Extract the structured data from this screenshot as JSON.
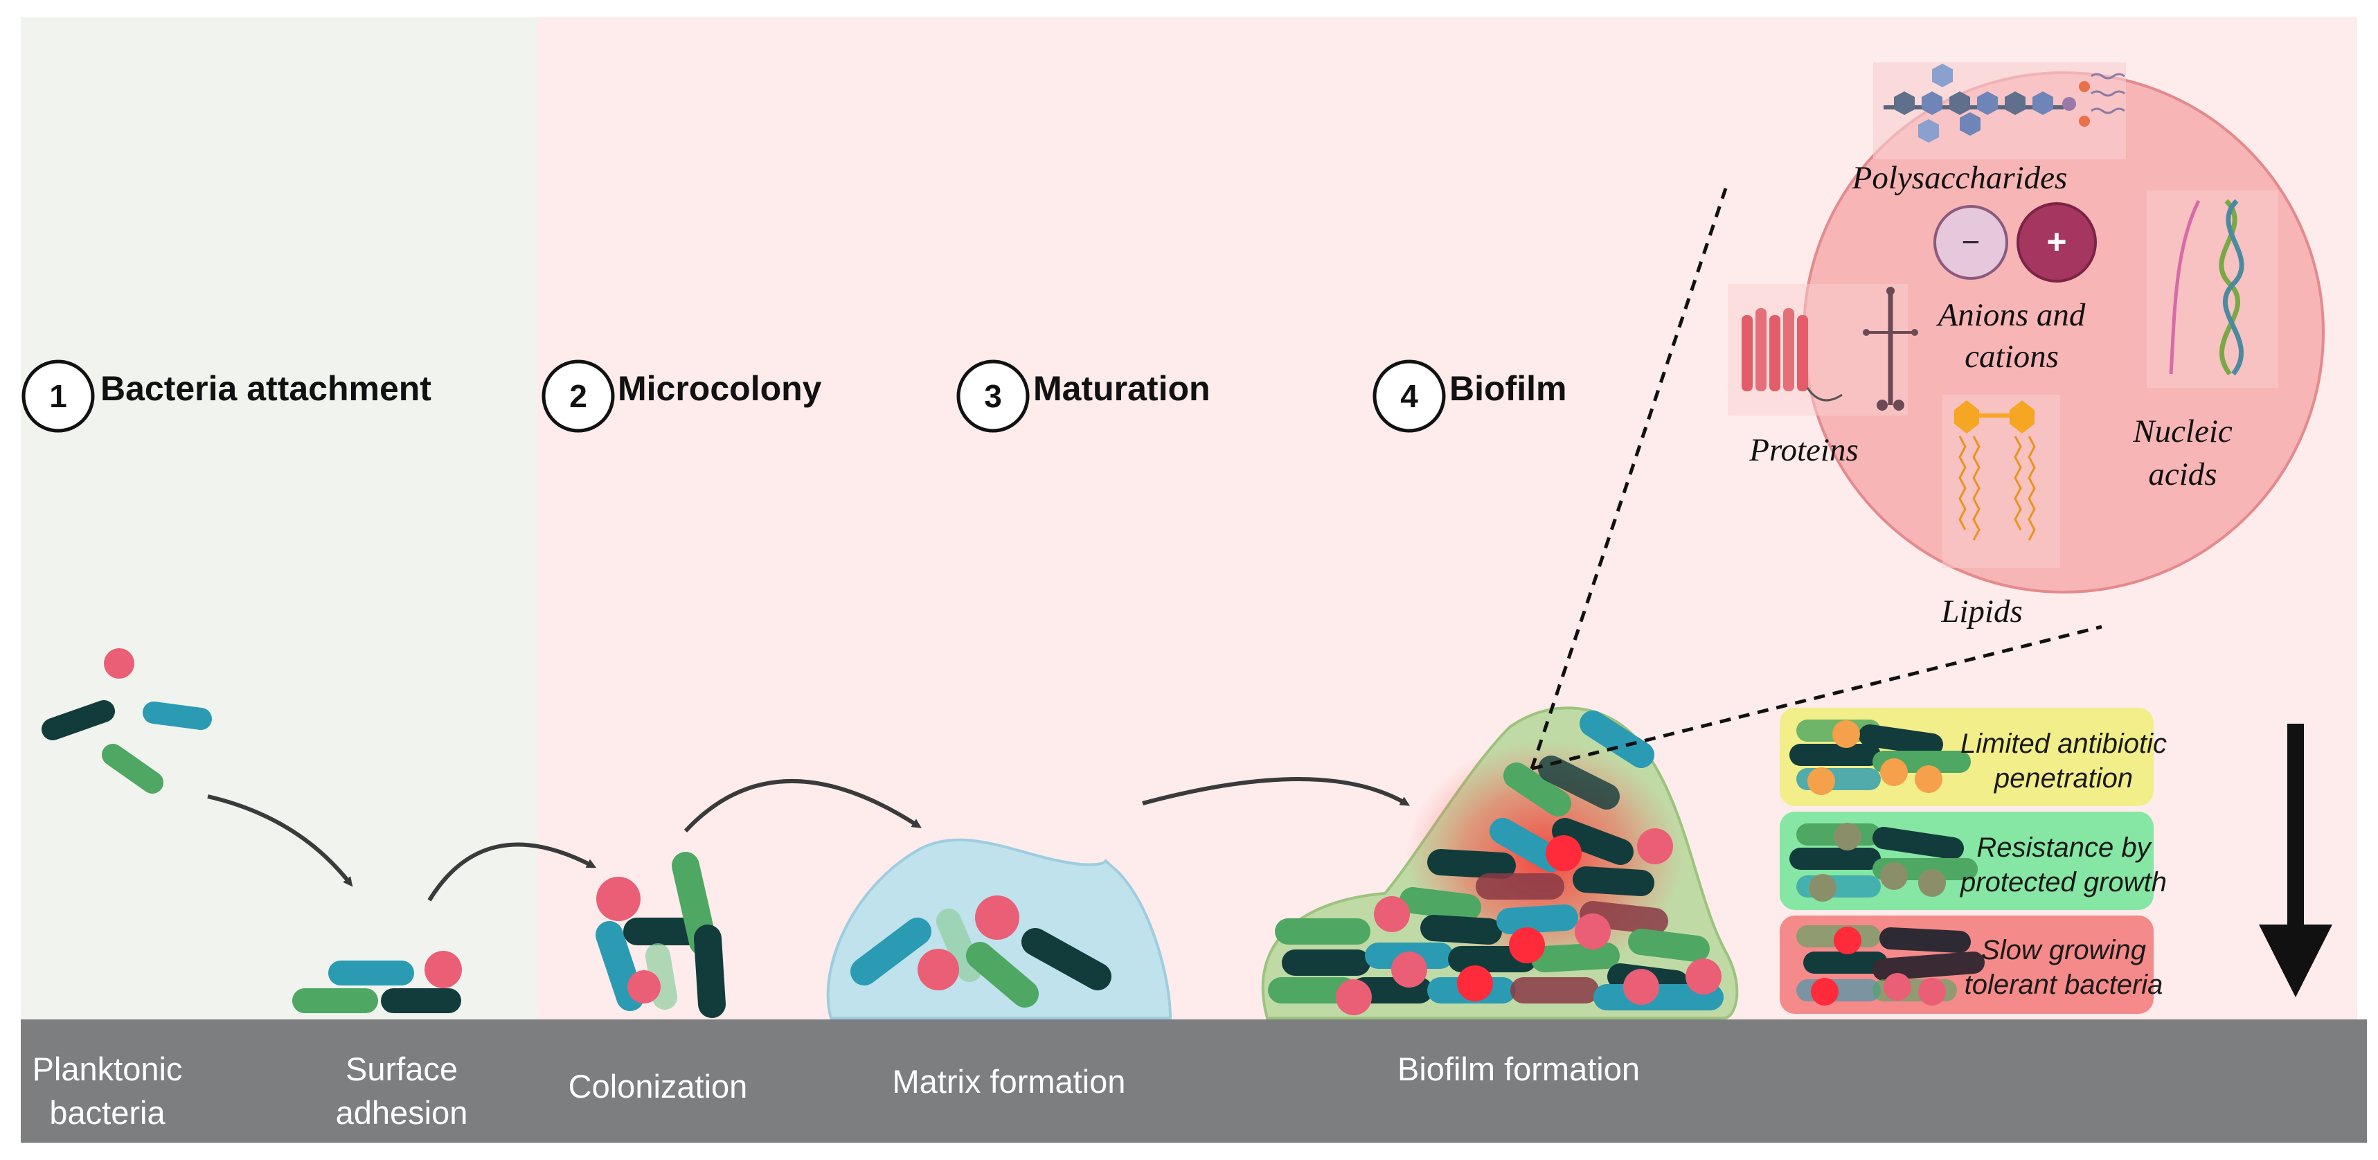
{
  "steps": [
    {
      "number": "1",
      "label": "Bacteria attachment"
    },
    {
      "number": "2",
      "label": "Microcolony"
    },
    {
      "number": "3",
      "label": "Maturation"
    },
    {
      "number": "4",
      "label": "Biofilm"
    }
  ],
  "ground_labels": {
    "planktonic_line1": "Planktonic",
    "planktonic_line2": "bacteria",
    "surface_line1": "Surface",
    "surface_line2": "adhesion",
    "colonization": "Colonization",
    "matrix_formation": "Matrix formation",
    "biofilm_formation": "Biofilm formation"
  },
  "matrix_components": {
    "polysaccharides": "Polysaccharides",
    "anions_line1": "Anions and",
    "anions_line2": "cations",
    "proteins": "Proteins",
    "nucleic_line1": "Nucleic",
    "nucleic_line2": "acids",
    "lipids": "Lipids",
    "minus_symbol": "−",
    "plus_symbol": "+"
  },
  "resistance_boxes": [
    {
      "line1": "Limited antibiotic",
      "line2": "penetration",
      "color": "#f2ee8a"
    },
    {
      "line1": "Resistance by",
      "line2": "protected growth",
      "color": "#86e6a4"
    },
    {
      "line1": "Slow growing",
      "line2": "tolerant bacteria",
      "color": "#f58a8a"
    }
  ],
  "colors": {
    "green_bg": "#f1f4ee",
    "pink_bg": "#fdeceb",
    "ground": "#7c7e80",
    "teal": "#2a9bb3",
    "green": "#4ea762",
    "dark": "#123c3c",
    "pink_dot": "#ea5f76",
    "circle_fill": "#f7b5b6"
  }
}
